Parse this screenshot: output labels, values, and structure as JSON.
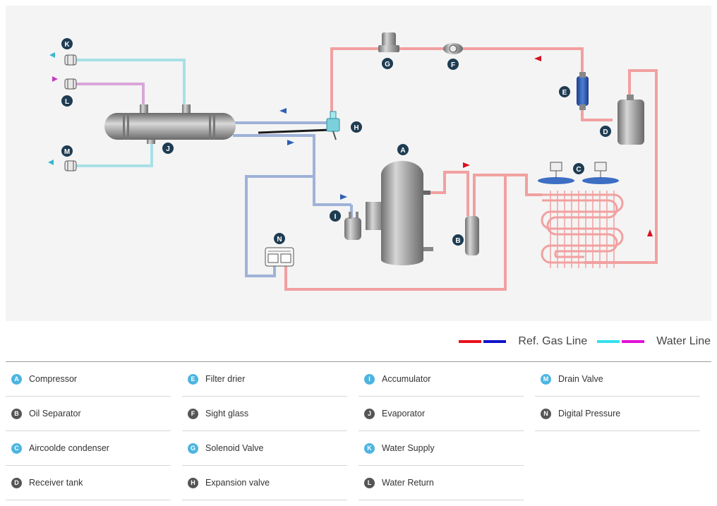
{
  "diagram": {
    "badges": {
      "A": "A",
      "B": "B",
      "C": "C",
      "D": "D",
      "E": "E",
      "F": "F",
      "G": "G",
      "H": "H",
      "I": "I",
      "J": "J",
      "K": "K",
      "L": "L",
      "M": "M",
      "N": "N"
    },
    "colors": {
      "ref_red": "#e8101c",
      "ref_blue": "#1010c8",
      "water_cyan": "#35e0ea",
      "water_magenta": "#e010d8",
      "pipe_red": "#f2a0a0",
      "pipe_blue": "#9fb2d8",
      "pipe_cyan": "#a8e0e6",
      "pipe_violet": "#d9a6d9",
      "badge_dark": "#1e3c52"
    }
  },
  "legend": {
    "ref_gas_label": "Ref. Gas Line",
    "water_label": "Water Line"
  },
  "components": [
    [
      {
        "letter": "A",
        "label": "Compressor",
        "style": "light"
      },
      {
        "letter": "B",
        "label": "Oil Separator",
        "style": "dark"
      },
      {
        "letter": "C",
        "label": "Aircoolde condenser",
        "style": "light"
      },
      {
        "letter": "D",
        "label": "Receiver tank",
        "style": "dark"
      }
    ],
    [
      {
        "letter": "E",
        "label": "Filter drier",
        "style": "light"
      },
      {
        "letter": "F",
        "label": "Sight glass",
        "style": "dark"
      },
      {
        "letter": "G",
        "label": "Solenoid Valve",
        "style": "light"
      },
      {
        "letter": "H",
        "label": "Expansion valve",
        "style": "dark"
      }
    ],
    [
      {
        "letter": "I",
        "label": "Accumulator",
        "style": "light"
      },
      {
        "letter": "J",
        "label": "Evaporator",
        "style": "dark"
      },
      {
        "letter": "K",
        "label": "Water Supply",
        "style": "light"
      },
      {
        "letter": "L",
        "label": "Water Return",
        "style": "dark"
      }
    ],
    [
      {
        "letter": "M",
        "label": "Drain Valve",
        "style": "light"
      },
      {
        "letter": "N",
        "label": "Digital Pressure",
        "style": "dark"
      }
    ]
  ]
}
